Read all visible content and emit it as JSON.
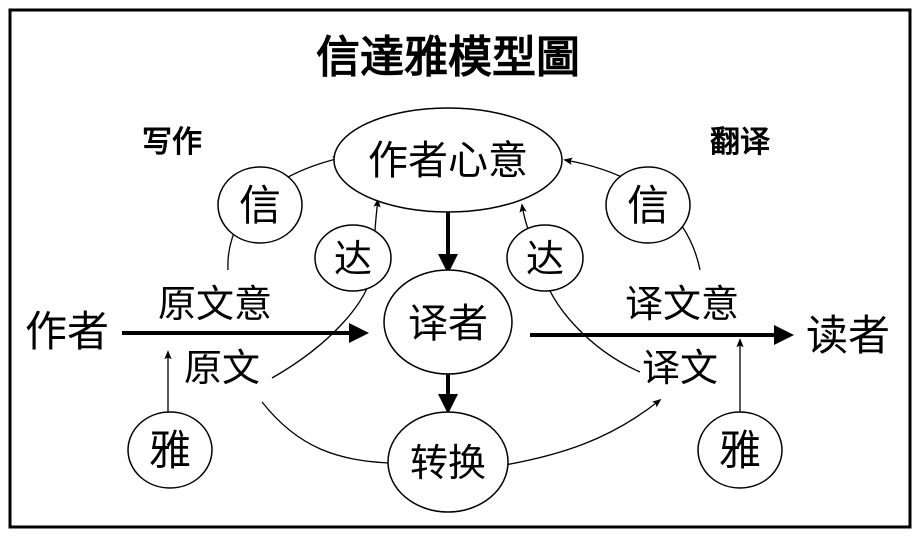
{
  "title": "信達雅模型圖",
  "side_labels": {
    "left": "写作",
    "right": "翻译"
  },
  "nodes": {
    "author_intent": "作者心意",
    "translator": "译者",
    "conversion": "转换",
    "xin_left": "信",
    "xin_right": "信",
    "da_left": "达",
    "da_right": "达",
    "ya_left": "雅",
    "ya_right": "雅"
  },
  "text_labels": {
    "author": "作者",
    "reader": "读者",
    "source_meaning": "原文意",
    "source_text": "原文",
    "target_meaning": "译文意",
    "target_text": "译文"
  }
}
